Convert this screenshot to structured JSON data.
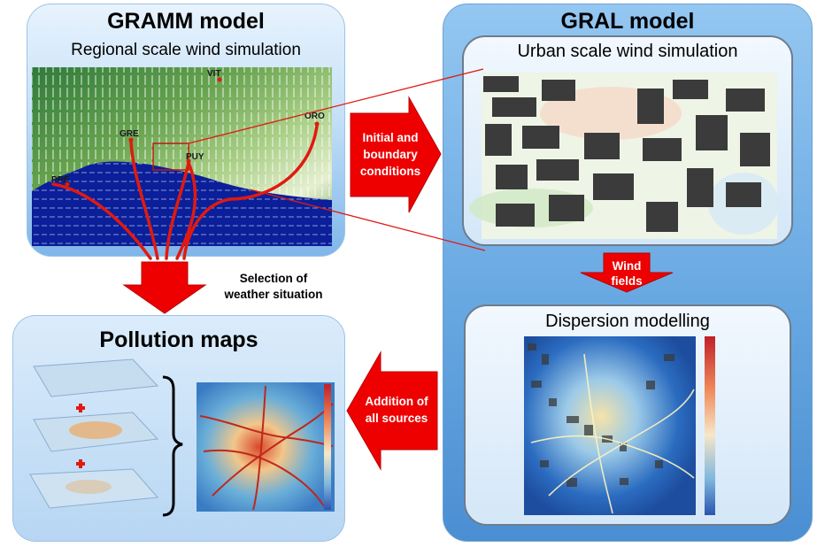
{
  "gramm": {
    "title": "GRAMM model",
    "subtitle": "Regional scale wind simulation",
    "sites": [
      "VIT",
      "ORO",
      "GRE",
      "PUY",
      "PRE"
    ]
  },
  "gral": {
    "title": "GRAL model",
    "urban_title": "Urban scale wind simulation",
    "dispersion_title": "Dispersion modelling"
  },
  "pollution": {
    "title": "Pollution maps"
  },
  "arrows": {
    "initial": [
      "Initial and",
      "boundary",
      "conditions"
    ],
    "wind": [
      "Wind",
      "fields"
    ],
    "addition": [
      "Addition of",
      "all sources"
    ],
    "selection": [
      "Selection of",
      "weather situation"
    ]
  },
  "colors": {
    "arrow_red": "#ee0000",
    "sea_blue": "#0b1f9a",
    "land_green": "#4f8a46",
    "flow_red": "#e01a10",
    "gral_blue": "#5b9ede"
  }
}
